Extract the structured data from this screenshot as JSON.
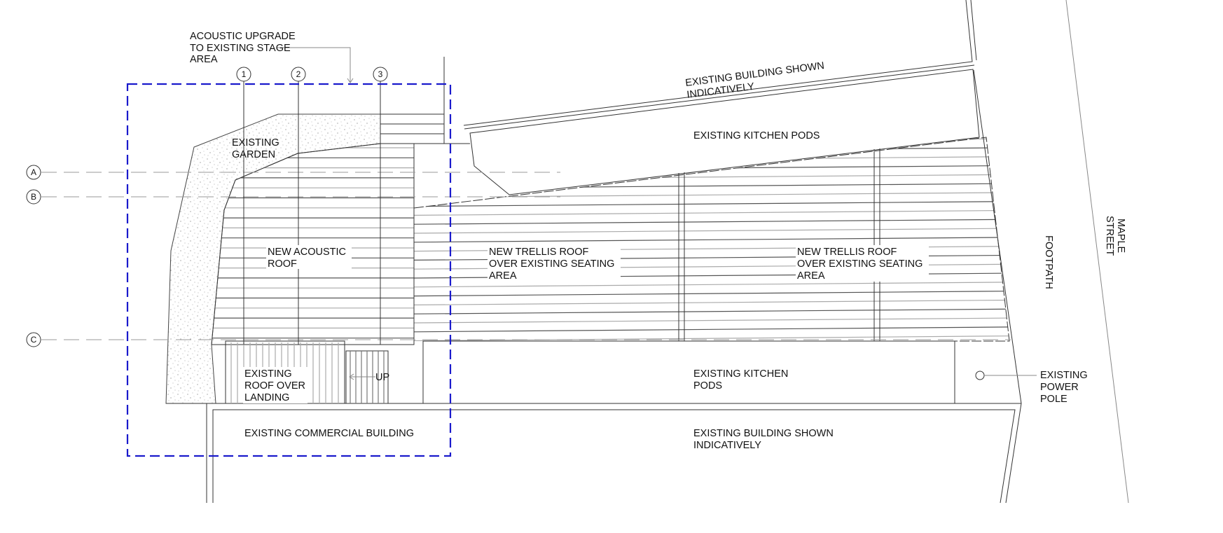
{
  "labels": {
    "acoustic_upgrade": [
      "ACOUSTIC UPGRADE",
      "TO EXISTING STAGE",
      "AREA"
    ],
    "existing_garden": [
      "EXISTING",
      "GARDEN"
    ],
    "new_acoustic_roof": [
      "NEW ACOUSTIC",
      "ROOF"
    ],
    "new_trellis_roof_1": [
      "NEW TRELLIS ROOF",
      "OVER EXISTING SEATING",
      "AREA"
    ],
    "new_trellis_roof_2": [
      "NEW TRELLIS ROOF",
      "OVER EXISTING SEATING",
      "AREA"
    ],
    "existing_kitchen_pods_top": "EXISTING KITCHEN PODS",
    "existing_kitchen_pods_bottom": [
      "EXISTING KITCHEN",
      "PODS"
    ],
    "existing_building_top": [
      "EXISTING BUILDING SHOWN",
      "INDICATIVELY"
    ],
    "existing_building_bottom": [
      "EXISTING BUILDING SHOWN",
      "INDICATIVELY"
    ],
    "existing_roof_over_landing": [
      "EXISTING",
      "ROOF OVER",
      "LANDING"
    ],
    "stair_up": "UP",
    "existing_commercial_building": "EXISTING COMMERCIAL BUILDING",
    "existing_power_pole": [
      "EXISTING",
      "POWER",
      "POLE"
    ],
    "footpath": "FOOTPATH",
    "maple_street": [
      "MAPLE",
      "STREET"
    ]
  },
  "grid": {
    "columns": [
      "1",
      "2",
      "3"
    ],
    "rows": [
      "A",
      "B",
      "C"
    ]
  },
  "colors": {
    "highlight_boundary": "#1a1acc",
    "linework": "#333333"
  }
}
